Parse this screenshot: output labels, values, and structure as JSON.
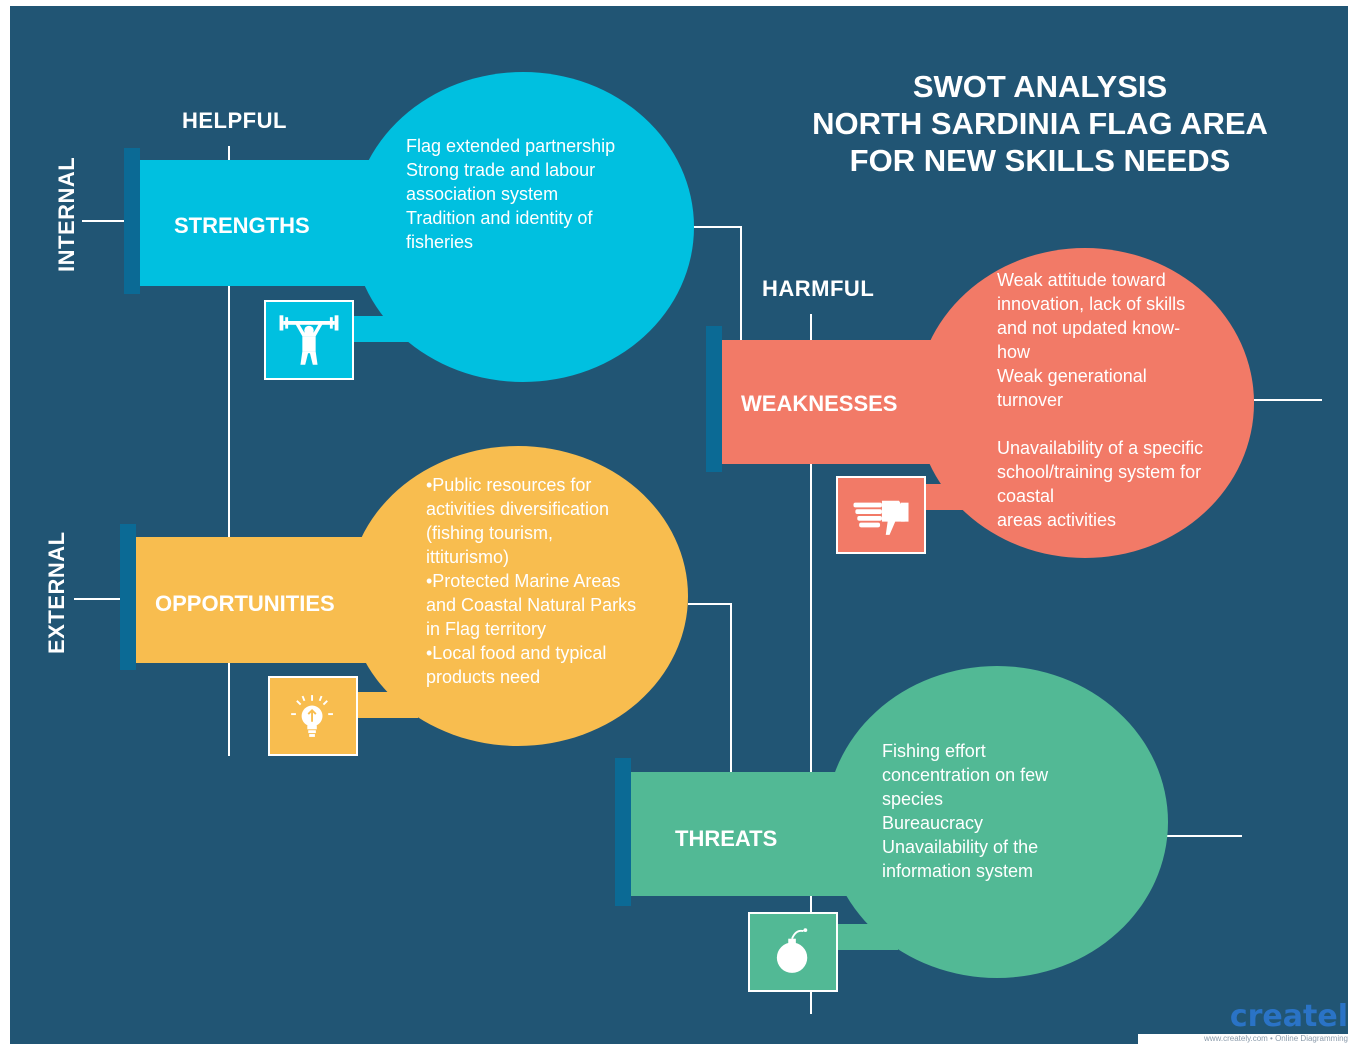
{
  "title": {
    "line1": "SWOT ANALYSIS",
    "line2": "NORTH SARDINIA FLAG AREA",
    "line3": "FOR NEW SKILLS NEEDS"
  },
  "axes": {
    "helpful": "HELPFUL",
    "harmful": "HARMFUL",
    "internal": "INTERNAL",
    "external": "EXTERNAL"
  },
  "quadrants": {
    "strengths": {
      "label": "STRENGTHS",
      "color": "#00c0e0",
      "edge": "#0b6a95",
      "icon": "weightlifter-icon",
      "items": [
        "Flag extended partnership",
        "Strong  trade and labour",
        "association system",
        "Tradition and identity of",
        "fisheries"
      ]
    },
    "weaknesses": {
      "label": "WEAKNESSES",
      "color": "#f27a67",
      "edge": "#0b6a95",
      "icon": "thumbs-down-icon",
      "items": [
        "Weak attitude toward",
        "innovation, lack of skills",
        "and not updated  know-",
        "how",
        "Weak generational",
        "turnover",
        "",
        "Unavailability of a specific",
        "school/training system for",
        "coastal",
        "areas  activities"
      ]
    },
    "opportunities": {
      "label": "OPPORTUNITIES",
      "color": "#f8bd4f",
      "edge": "#0b6a95",
      "icon": "lightbulb-icon",
      "items": [
        "•Public resources for",
        "activities diversification",
        "(fishing tourism,",
        "ittiturismo)",
        "•Protected Marine Areas",
        "and Coastal Natural Parks",
        "in Flag territory",
        "•Local food and typical",
        "products need"
      ]
    },
    "threats": {
      "label": "THREATS",
      "color": "#52b995",
      "edge": "#0b6a95",
      "icon": "bomb-icon",
      "items": [
        "Fishing effort",
        "concentration on few",
        "species",
        "Bureaucracy",
        "Unavailability of the",
        "information system"
      ]
    }
  },
  "logo": {
    "text": "create",
    "tagline": "www.creately.com • Online Diagramming"
  }
}
